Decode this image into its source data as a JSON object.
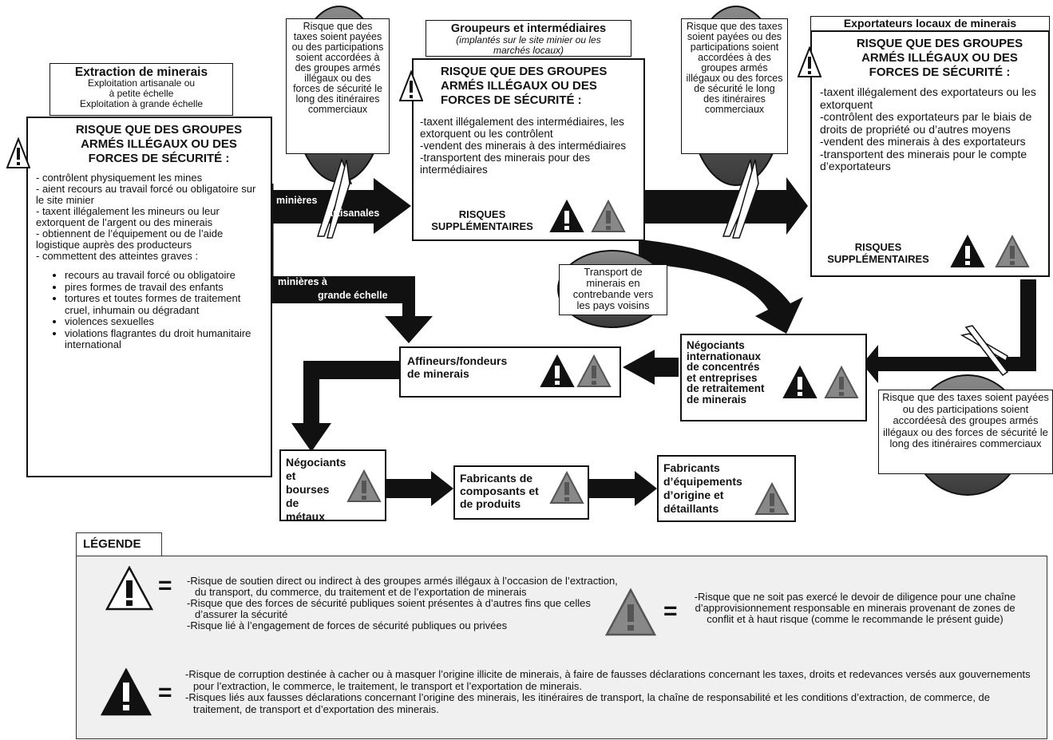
{
  "extraction": {
    "title": "Extraction de minerais",
    "sub1": "Exploitation artisanale ou",
    "sub2": "à petite échelle",
    "sub3": "Exploitation à grande échelle",
    "risk_title": "RISQUE QUE DES GROUPES ARMÉS ILLÉGAUX OU DES FORCES DE SÉCURITÉ :",
    "items": [
      "- contrôlent physiquement les mines",
      "- aient recours au travail forcé ou obligatoire sur le site minier",
      "- taxent illégalement les mineurs ou leur extorquent de l’argent ou des minerais",
      "- obtiennent de l’équipement ou de l’aide logistique auprès des producteurs",
      "- commettent des atteintes graves :"
    ],
    "bullets": [
      "recours au travail forcé ou obligatoire",
      "pires formes de travail des enfants",
      "tortures et toutes formes de traitement cruel, inhumain ou dégradant",
      "violences sexuelles",
      "violations flagrantes du droit humanitaire international"
    ]
  },
  "tax_box_1": "Risque que des taxes soient payées ou des participations soient accordées à des groupes armés illégaux ou des forces de sécurité le long des itinéraires commerciaux",
  "tax_box_2": "Risque que des taxes soient payées ou des participations soient accordées à des groupes armés illégaux ou des forces de sécurité le long des itinéraires commerciaux",
  "tax_box_3": "Risque que des taxes soient payées ou des participations soient accordéesà des groupes armés illégaux ou des forces de sécurité le long des itinéraires commerciaux",
  "groupeurs": {
    "title": "Groupeurs et intermédiaires",
    "subtitle": "(implantés sur le site minier ou les marchés locaux)",
    "risk_title": "RISQUE QUE DES GROUPES ARMÉS ILLÉGAUX OU DES FORCES DE SÉCURITÉ :",
    "items": [
      "-taxent illégalement des intermédiaires, les extorquent ou les contrôlent",
      "-vendent des minerais à des intermédiaires",
      "-transportent des minerais pour des intermédiaires"
    ],
    "extra": "RISQUES SUPPLÉMENTAIRES"
  },
  "exportateurs": {
    "title": "Exportateurs locaux de minerais",
    "risk_title": "RISQUE QUE DES GROUPES ARMÉS ILLÉGAUX OU DES FORCES DE SÉCURITÉ :",
    "items": [
      "-taxent illégalement des exportateurs ou les extorquent",
      "-contrôlent des exportateurs par le biais de droits de propriété ou d’autres moyens",
      "-vendent des minerais à des exportateurs",
      "-transportent des minerais pour le compte d’exportateurs"
    ],
    "extra": "RISQUES SUPPLÉMENTAIRES"
  },
  "arrows": {
    "artisanal_1": "minières",
    "artisanal_2": "artisanales",
    "large_1": "minières à",
    "large_2": "grande échelle"
  },
  "smuggling": "Transport de minerais en contrebande vers les pays voisins",
  "negociants_intl": "Négociants internationaux de concentrés et entreprises de retraitement de minerais",
  "affineurs": "Affineurs/fondeurs de minerais",
  "negociants_metaux": "Négociants et bourses de métaux",
  "fabricants_comp": "Fabricants de composants et de produits",
  "fabricants_eq": "Fabricants d’équipements d’origine et détaillants",
  "legend": {
    "title": "LÉGENDE",
    "eq": "=",
    "white_risk": [
      "-Risque de soutien direct ou indirect à des groupes armés illégaux à l’occasion de l’extraction, du transport, du commerce, du traitement et de l’exportation de minerais",
      "-Risque que des forces de sécurité publiques soient présentes à d’autres fins que celles d’assurer la sécurité",
      "-Risque lié à l’engagement de forces de sécurité publiques ou privées"
    ],
    "grey_risk": "-Risque que ne soit pas exercé le devoir de diligence pour une chaîne d’approvisionnement responsable en minerais provenant de zones de conflit et à haut risque (comme le recommande le présent guide)",
    "black_risk": [
      "-Risque de corruption destinée à cacher ou à masquer l’origine illicite de minerais, à faire de fausses déclarations concernant les taxes, droits et redevances versés aux gouvernements pour l’extraction, le commerce, le traitement, le transport et l’exportation de minerais.",
      "-Risques liés aux fausses déclarations concernant l’origine des minerais, les itinéraires de transport, la chaîne de responsabilité et les conditions d’extraction, de commerce, de traitement, de transport et d’exportation des minerais."
    ]
  }
}
